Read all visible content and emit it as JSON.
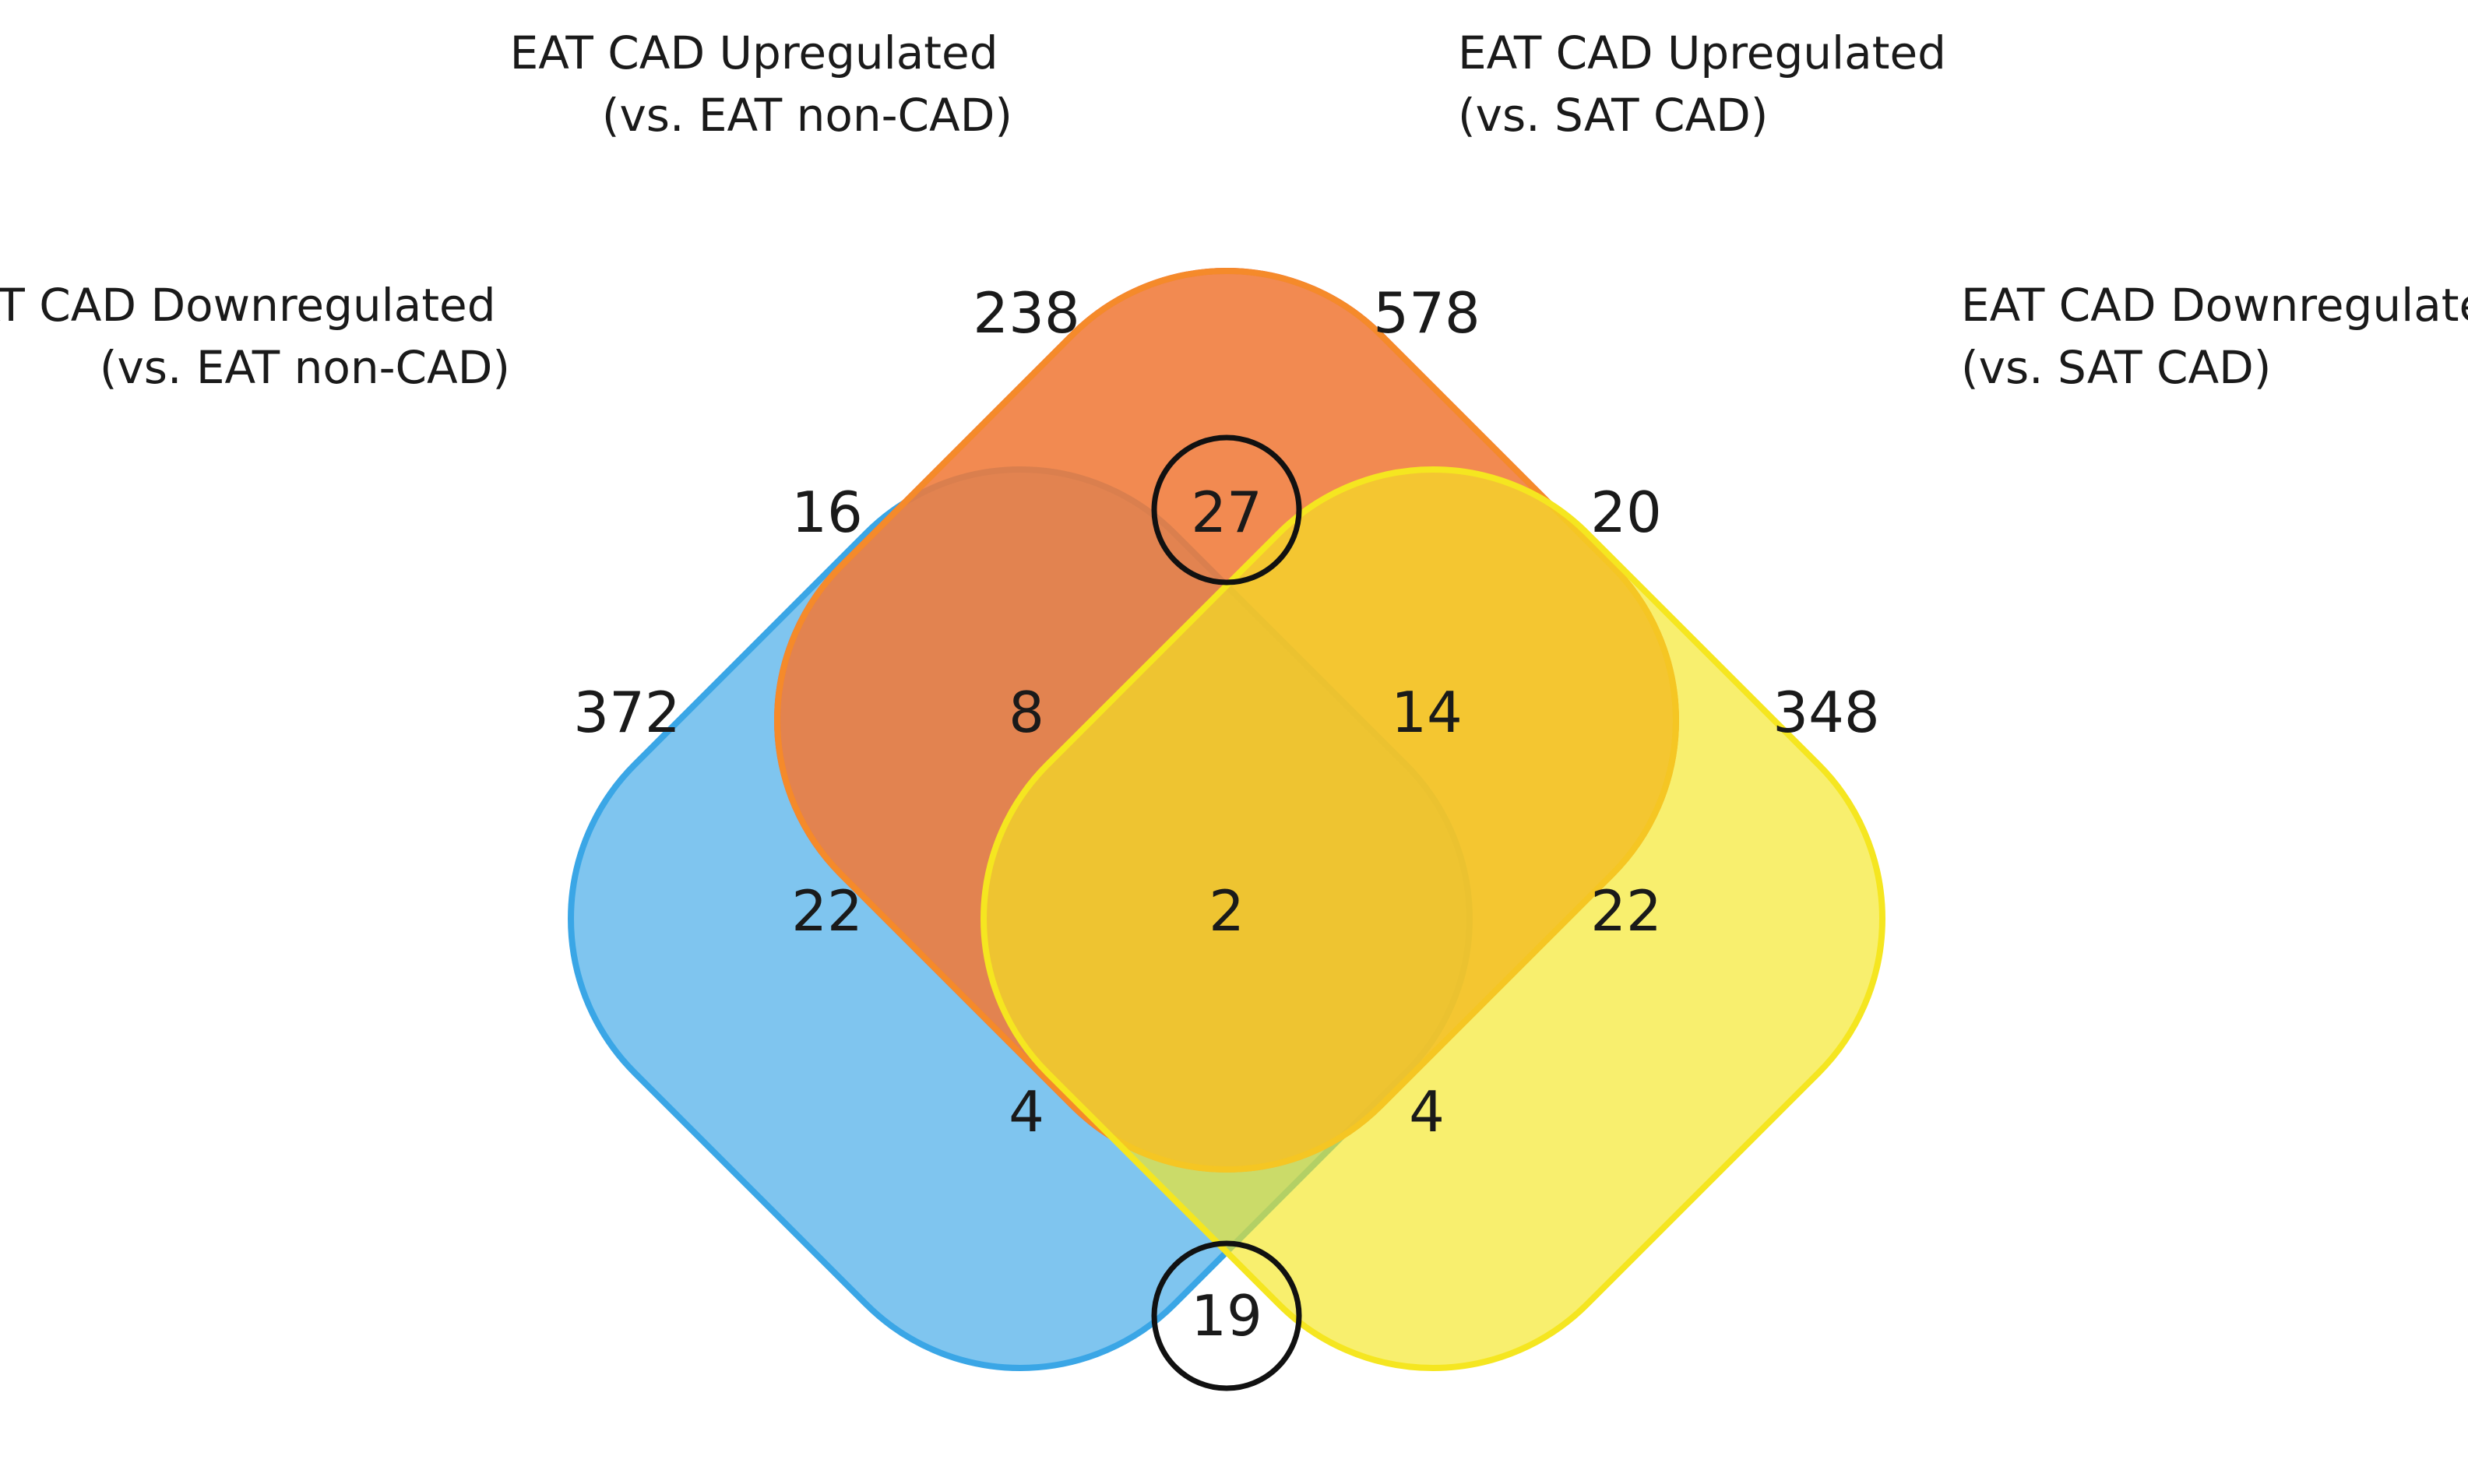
{
  "colors": {
    "blue": "#3aa6e6",
    "pink": "#e44a67",
    "orange": "#f58a2a",
    "yellow": "#f5e620"
  },
  "sets": [
    {
      "id": "blue",
      "label_line1": "EAT CAD Downregulated",
      "label_line2": "(vs. EAT non-CAD)"
    },
    {
      "id": "pink",
      "label_line1": "EAT CAD Upregulated",
      "label_line2": "(vs. EAT non-CAD)"
    },
    {
      "id": "orange",
      "label_line1": "EAT CAD Upregulated",
      "label_line2": "(vs. SAT CAD)"
    },
    {
      "id": "yellow",
      "label_line1": "EAT CAD Downregulated",
      "label_line2": "(vs. SAT CAD)"
    }
  ],
  "regions": {
    "pink_only": "238",
    "orange_only": "578",
    "blue_pink": "16",
    "pink_orange": "27",
    "orange_yellow": "20",
    "blue_only": "372",
    "blue_pink_orange": "8",
    "pink_orange_yellow": "14",
    "yellow_only": "348",
    "blue_orange": "22",
    "all_four": "2",
    "pink_yellow": "22",
    "blue_orange_yellow": "4",
    "blue_pink_yellow": "4",
    "blue_yellow": "19"
  },
  "highlighted_regions": [
    "pink_orange",
    "blue_yellow"
  ]
}
